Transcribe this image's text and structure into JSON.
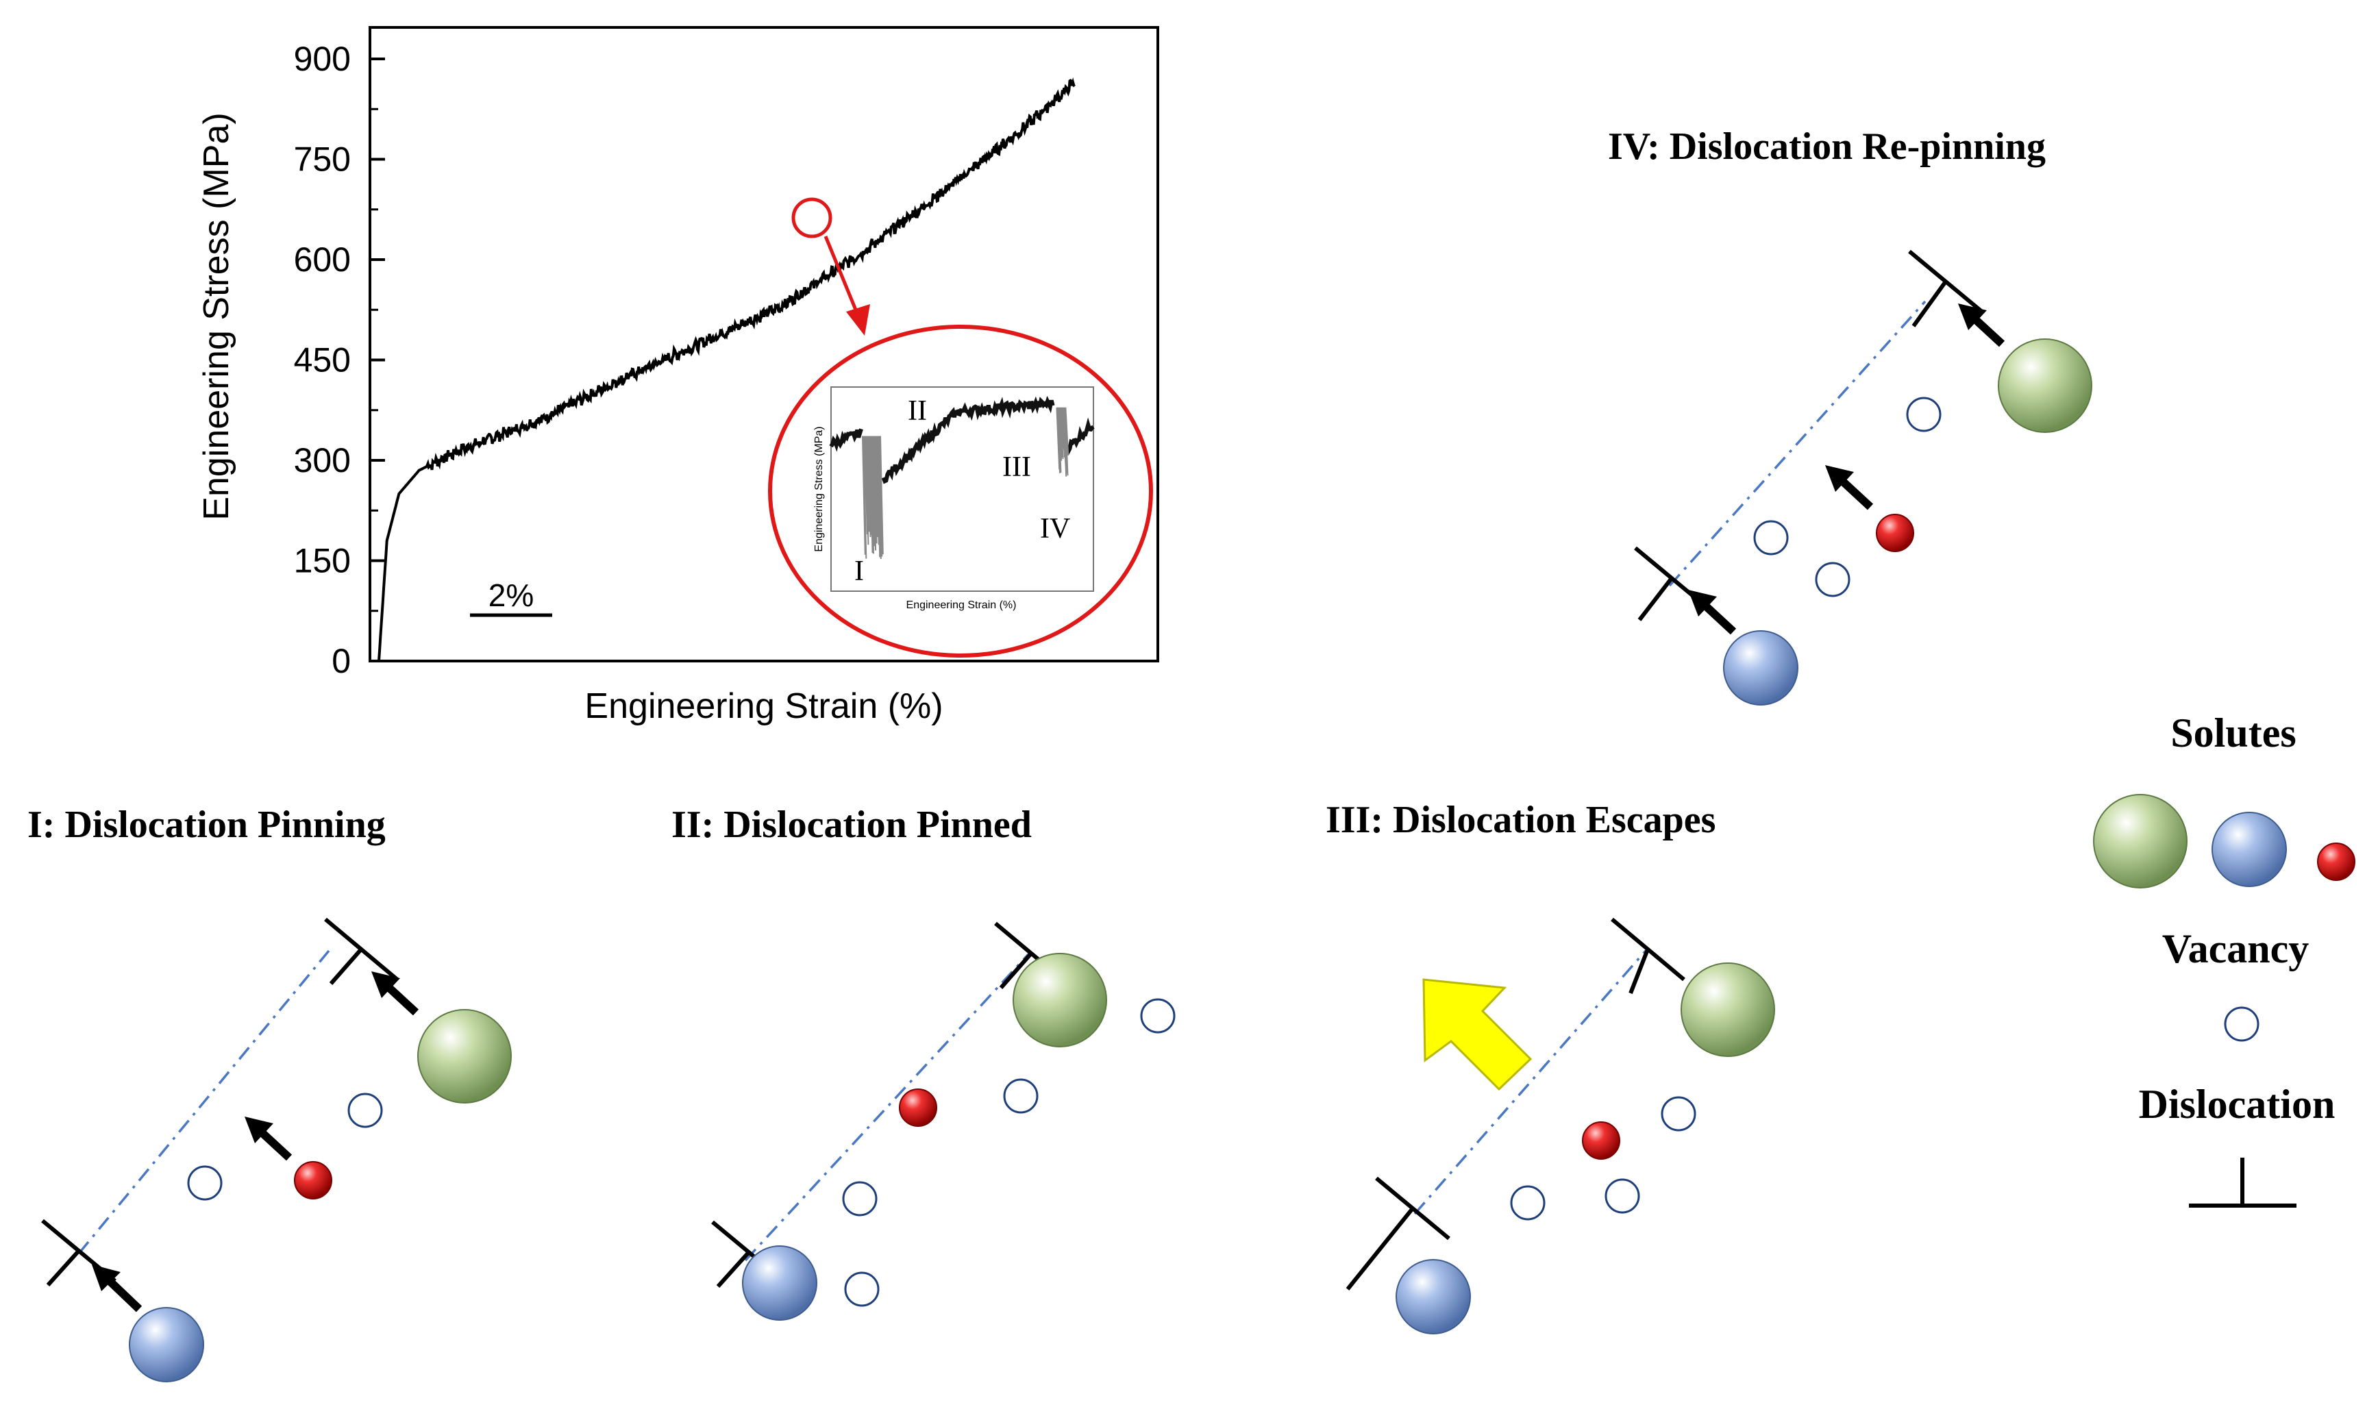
{
  "chart": {
    "ylabel": "Engineering Stress (MPa)",
    "xlabel": "Engineering Strain (%)",
    "scale_bar_label": "2%",
    "inset": {
      "ylabel": "Engineering Stress (MPa)",
      "xlabel": "Engineering Strain (%)",
      "stage_labels": [
        "I",
        "II",
        "III",
        "IV"
      ]
    }
  },
  "chart_data": {
    "type": "line",
    "ylabel": "Engineering Stress (MPa)",
    "xlabel": "Engineering Strain (%)",
    "ylim": [
      0,
      950
    ],
    "y_ticks": [
      0,
      150,
      300,
      450,
      600,
      750,
      900
    ],
    "x_ticks_shown": false,
    "scale_bar": "2%",
    "series": [
      {
        "x": [
          0.0,
          0.2,
          0.5,
          1.0,
          2.0,
          4.0,
          6.0,
          8.0,
          10.0,
          12.0,
          14.0,
          16.0,
          17.3
        ],
        "values": [
          0,
          180,
          250,
          285,
          315,
          360,
          420,
          475,
          530,
          610,
          700,
          795,
          865
        ]
      }
    ]
  },
  "panels": [
    {
      "id": "I",
      "title": "I: Dislocation Pinning"
    },
    {
      "id": "II",
      "title": "II: Dislocation Pinned"
    },
    {
      "id": "III",
      "title": "III: Dislocation Escapes"
    },
    {
      "id": "IV",
      "title": "IV: Dislocation Re-pinning"
    }
  ],
  "legend": {
    "solutes_label": "Solutes",
    "vacancy_label": "Vacancy",
    "dislocation_label": "Dislocation"
  },
  "colors": {
    "green_solute": "#9fbf7a",
    "blue_solute": "#7f9fd3",
    "red_solute": "#e01818",
    "dashed_line": "#4a78c2",
    "highlight_circle": "#e01818",
    "escape_arrow": "#ffff00"
  }
}
